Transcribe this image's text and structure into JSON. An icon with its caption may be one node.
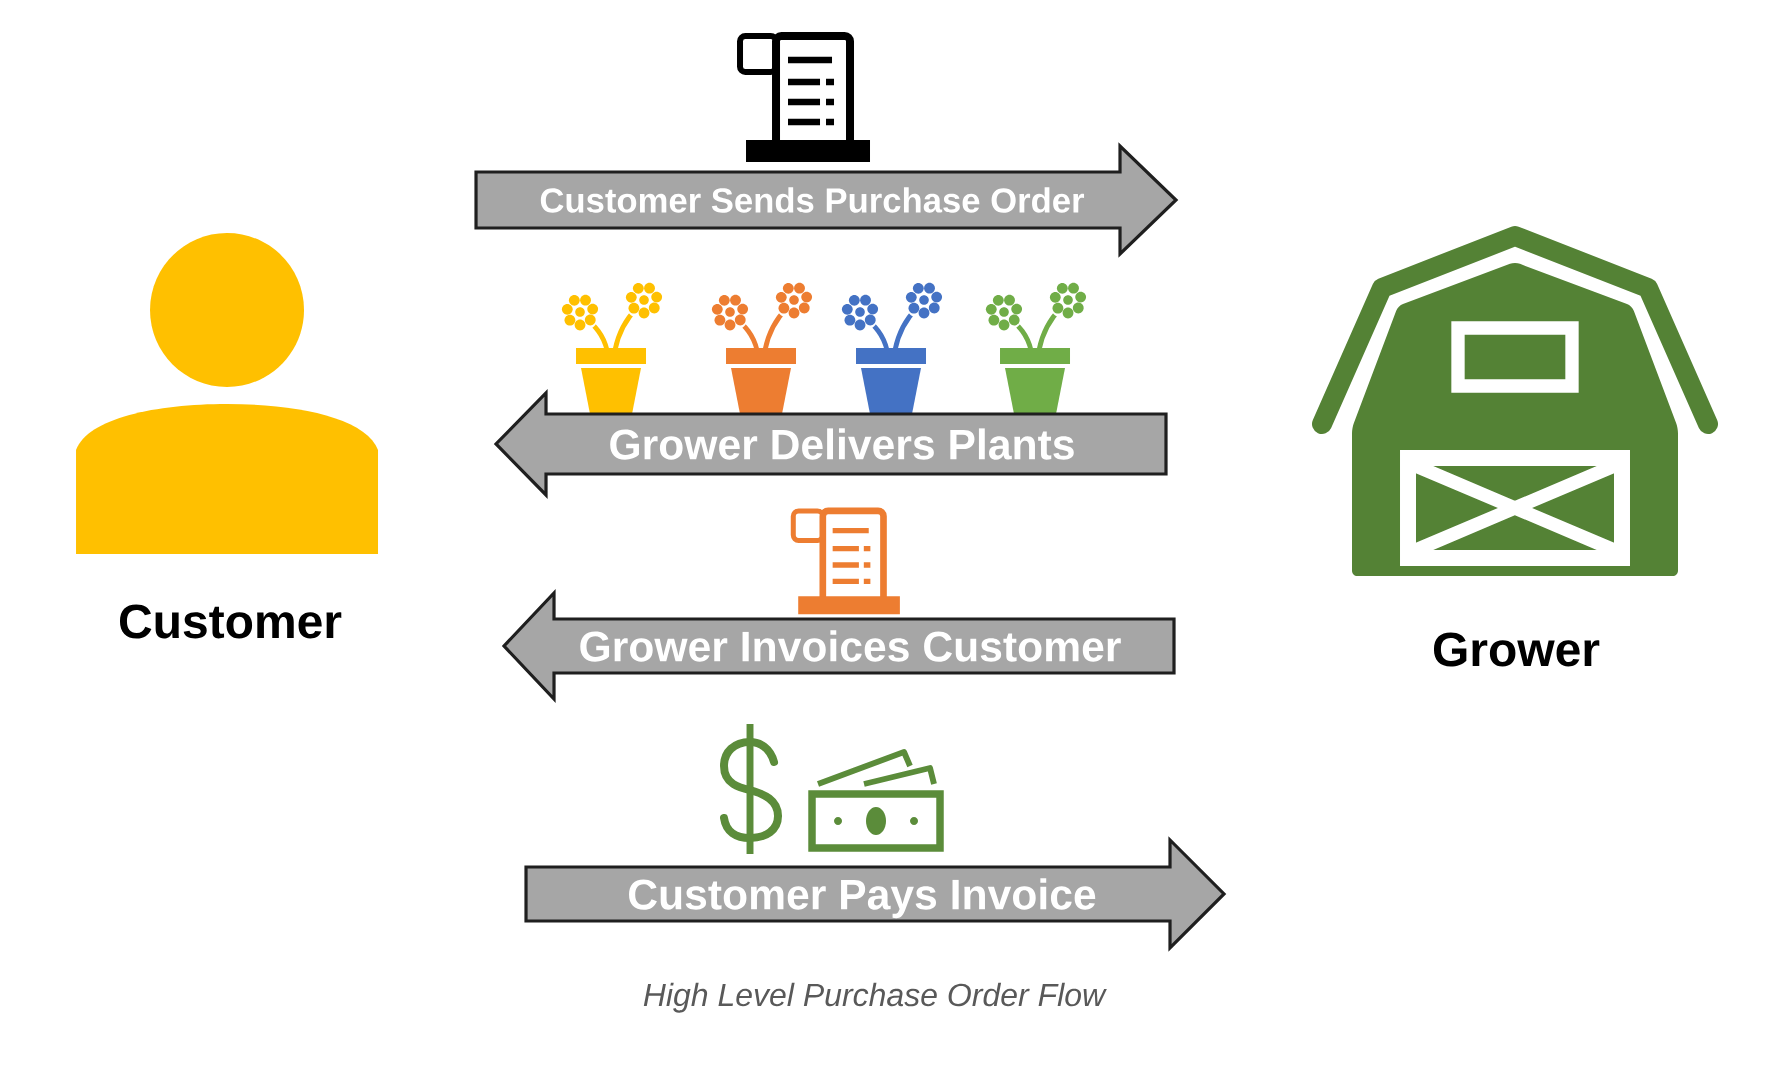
{
  "diagram": {
    "caption": "High Level Purchase Order Flow",
    "nodes": [
      {
        "text": [
          "Customer"
        ]
      },
      {
        "text": [
          "Grower"
        ]
      }
    ],
    "edges": [
      {
        "from": 0,
        "to": 1,
        "arrow": "to",
        "label": "Customer Sends Purchase Order"
      },
      {
        "from": 1,
        "to": 0,
        "arrow": "to",
        "label": "Grower Delivers Plants"
      },
      {
        "from": 1,
        "to": 0,
        "arrow": "to",
        "label": "Grower Invoices Customer"
      },
      {
        "from": 0,
        "to": 1,
        "arrow": "to",
        "label": "Customer Pays Invoice"
      }
    ]
  }
}
